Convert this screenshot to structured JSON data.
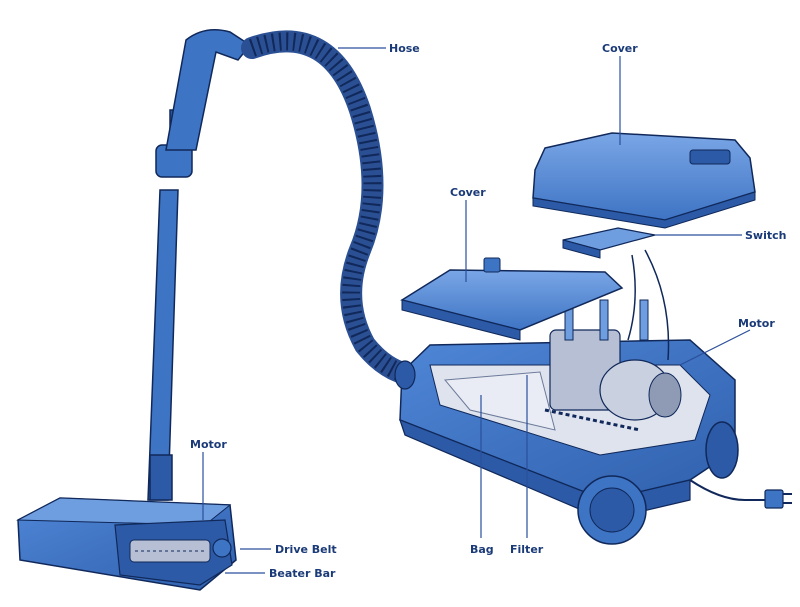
{
  "colors": {
    "body": "#3e74c4",
    "body_dark": "#2c5aa6",
    "body_light": "#6f9ee0",
    "hose": "#2b4f93",
    "interior": "#dfe3ee",
    "motor": "#b6bfd3",
    "outline": "#10285a",
    "label": "#1a3a78",
    "leader": "#2a4f9c"
  },
  "labels": {
    "hose": "Hose",
    "cover_top": "Cover",
    "cover_left": "Cover",
    "switch": "Switch",
    "motor_right": "Motor",
    "motor_left": "Motor",
    "drive_belt": "Drive Belt",
    "beater_bar": "Beater Bar",
    "bag": "Bag",
    "filter": "Filter"
  }
}
